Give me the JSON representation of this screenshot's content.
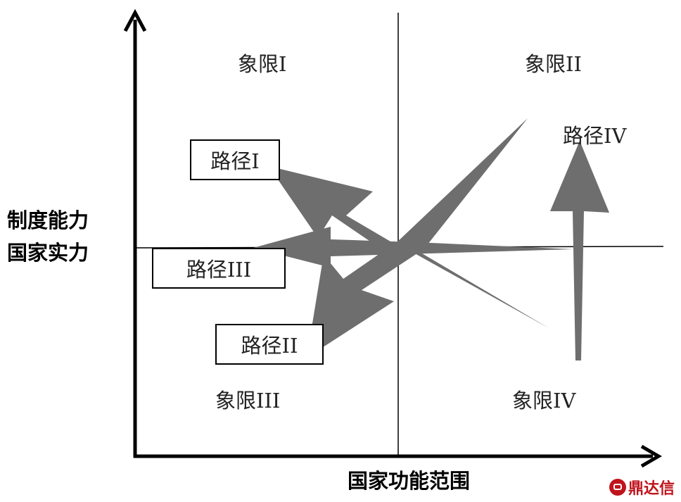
{
  "axes": {
    "y_label_line1": "制度能力",
    "y_label_line2": "国家实力",
    "x_label": "国家功能范围"
  },
  "quadrants": {
    "q1": "象限I",
    "q2": "象限II",
    "q3": "象限III",
    "q4": "象限IV"
  },
  "paths": {
    "p1": "路径I",
    "p2": "路径II",
    "p3": "路径III",
    "p4": "路径IV"
  },
  "colors": {
    "arrow_fill": "#6e6e6e",
    "axis": "#000000",
    "watermark": "#c0141c"
  },
  "watermark": {
    "text": "鼎达信",
    "icon": "speech-bubble-logo-icon"
  }
}
